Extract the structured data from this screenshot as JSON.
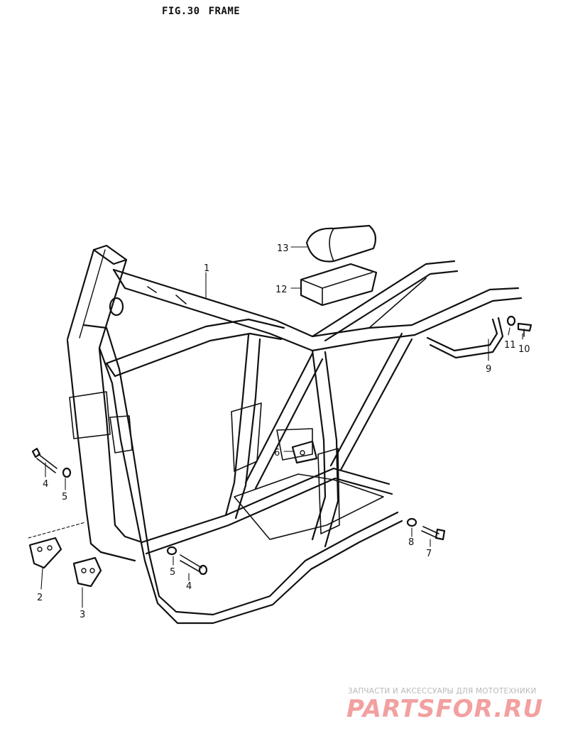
{
  "figure": {
    "number": "FIG.30",
    "title": "FRAME"
  },
  "callouts": [
    {
      "id": "c1",
      "label": "1"
    },
    {
      "id": "c2",
      "label": "2"
    },
    {
      "id": "c3",
      "label": "3"
    },
    {
      "id": "c4a",
      "label": "4"
    },
    {
      "id": "c4b",
      "label": "4"
    },
    {
      "id": "c5a",
      "label": "5"
    },
    {
      "id": "c5b",
      "label": "5"
    },
    {
      "id": "c6",
      "label": "6"
    },
    {
      "id": "c7",
      "label": "7"
    },
    {
      "id": "c8",
      "label": "8"
    },
    {
      "id": "c9",
      "label": "9"
    },
    {
      "id": "c10",
      "label": "10"
    },
    {
      "id": "c11",
      "label": "11"
    },
    {
      "id": "c12",
      "label": "12"
    },
    {
      "id": "c13",
      "label": "13"
    }
  ],
  "watermark": {
    "caption": "ЗАПЧАСТИ И АКСЕССУАРЫ ДЛЯ МОТОТЕХНИКИ",
    "logo": "PARTSFOR.RU",
    "logo_color": "#f2a0a0",
    "caption_color": "#b9b9b9"
  },
  "colors": {
    "line": "#111111",
    "background": "#ffffff"
  }
}
